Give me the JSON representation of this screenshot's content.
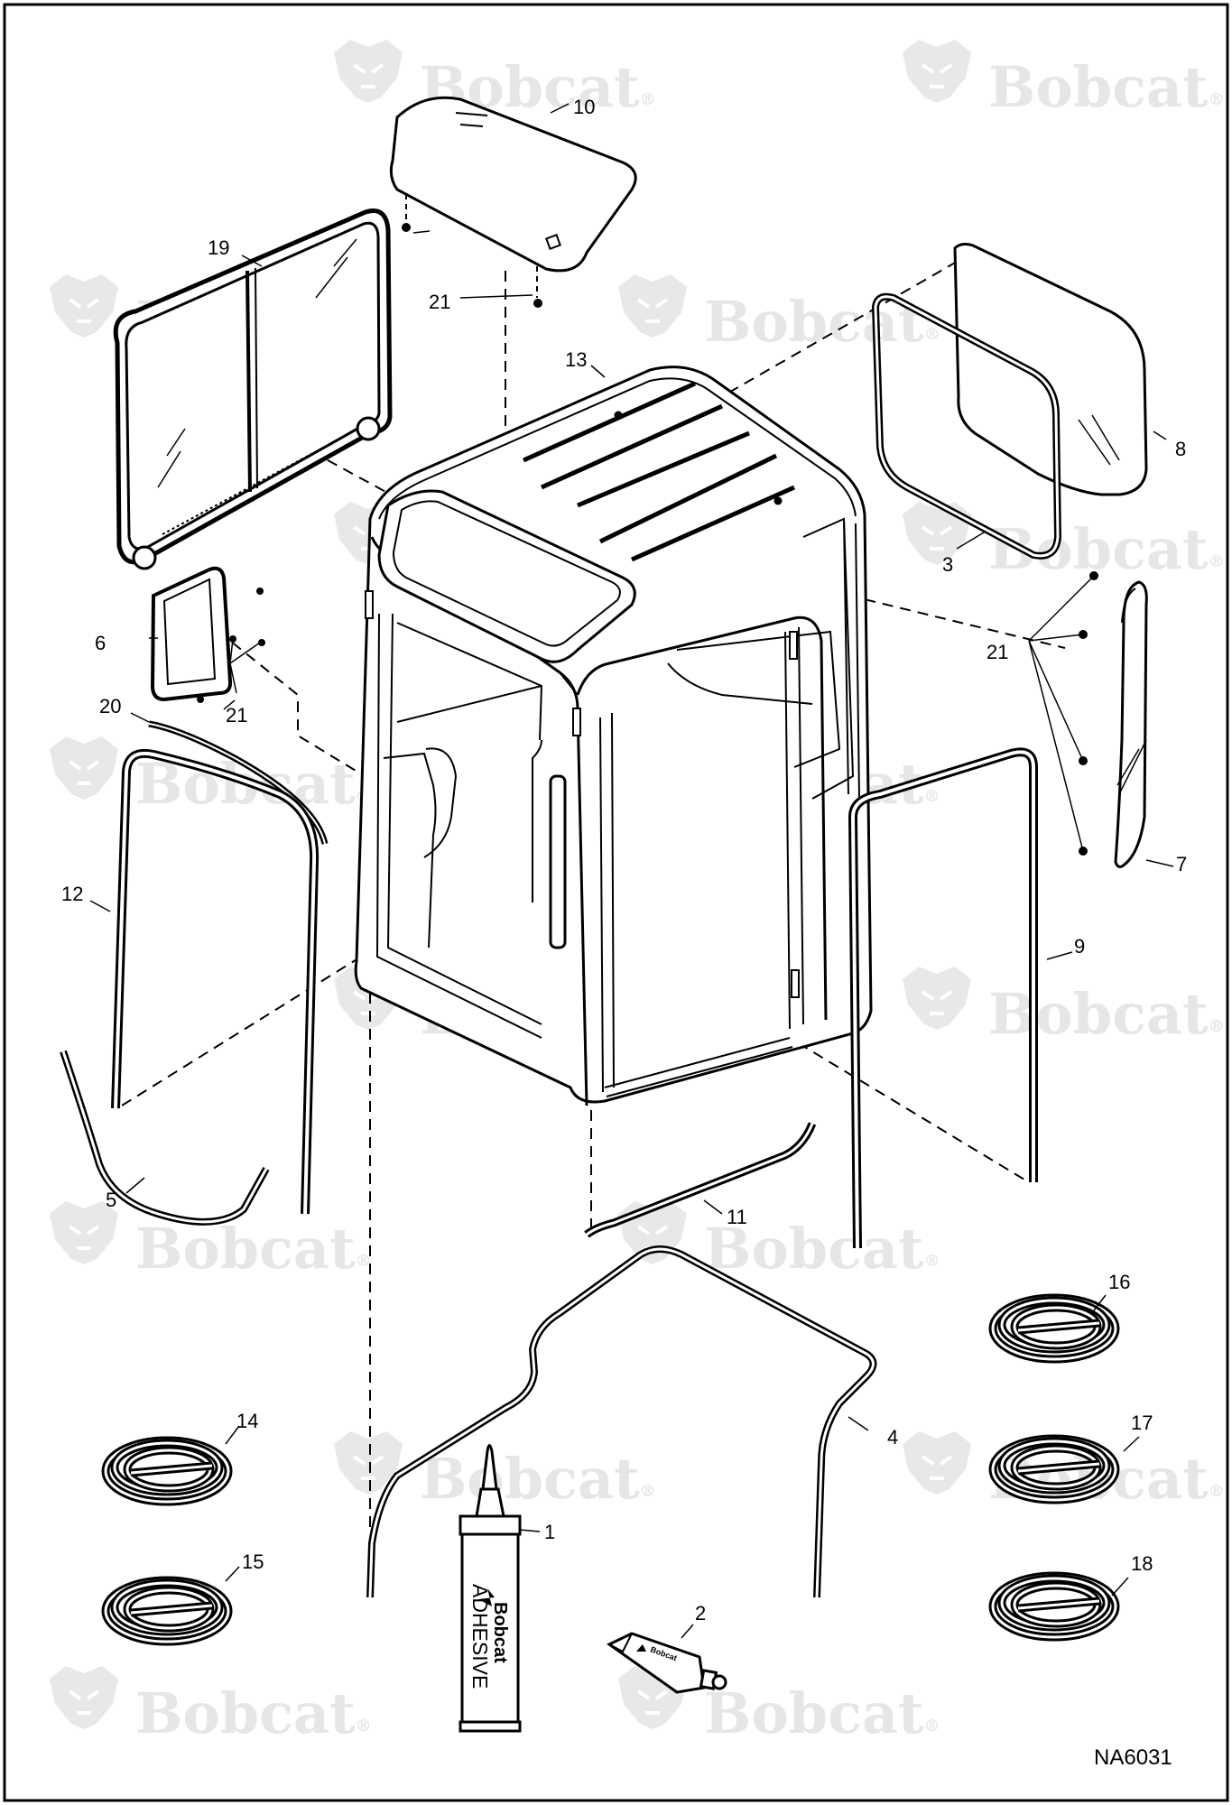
{
  "drawing_id": "NA6031",
  "watermark": {
    "text": "Bobcat",
    "mark": "®"
  },
  "tube": {
    "brand": "Bobcat",
    "label": "ADHESIVE"
  },
  "small_tube": {
    "brand": "Bobcat"
  },
  "callouts": [
    {
      "id": "c1",
      "text": "1"
    },
    {
      "id": "c2",
      "text": "2"
    },
    {
      "id": "c3",
      "text": "3"
    },
    {
      "id": "c4",
      "text": "4"
    },
    {
      "id": "c5",
      "text": "5"
    },
    {
      "id": "c6",
      "text": "6"
    },
    {
      "id": "c7",
      "text": "7"
    },
    {
      "id": "c8",
      "text": "8"
    },
    {
      "id": "c9",
      "text": "9"
    },
    {
      "id": "c10",
      "text": "10"
    },
    {
      "id": "c11",
      "text": "11"
    },
    {
      "id": "c12",
      "text": "12"
    },
    {
      "id": "c13",
      "text": "13"
    },
    {
      "id": "c14",
      "text": "14"
    },
    {
      "id": "c15",
      "text": "15"
    },
    {
      "id": "c16",
      "text": "16"
    },
    {
      "id": "c17",
      "text": "17"
    },
    {
      "id": "c18",
      "text": "18"
    },
    {
      "id": "c19",
      "text": "19"
    },
    {
      "id": "c20",
      "text": "20"
    },
    {
      "id": "c21a",
      "text": "21"
    },
    {
      "id": "c21b",
      "text": "21"
    },
    {
      "id": "c21c",
      "text": "21"
    }
  ]
}
